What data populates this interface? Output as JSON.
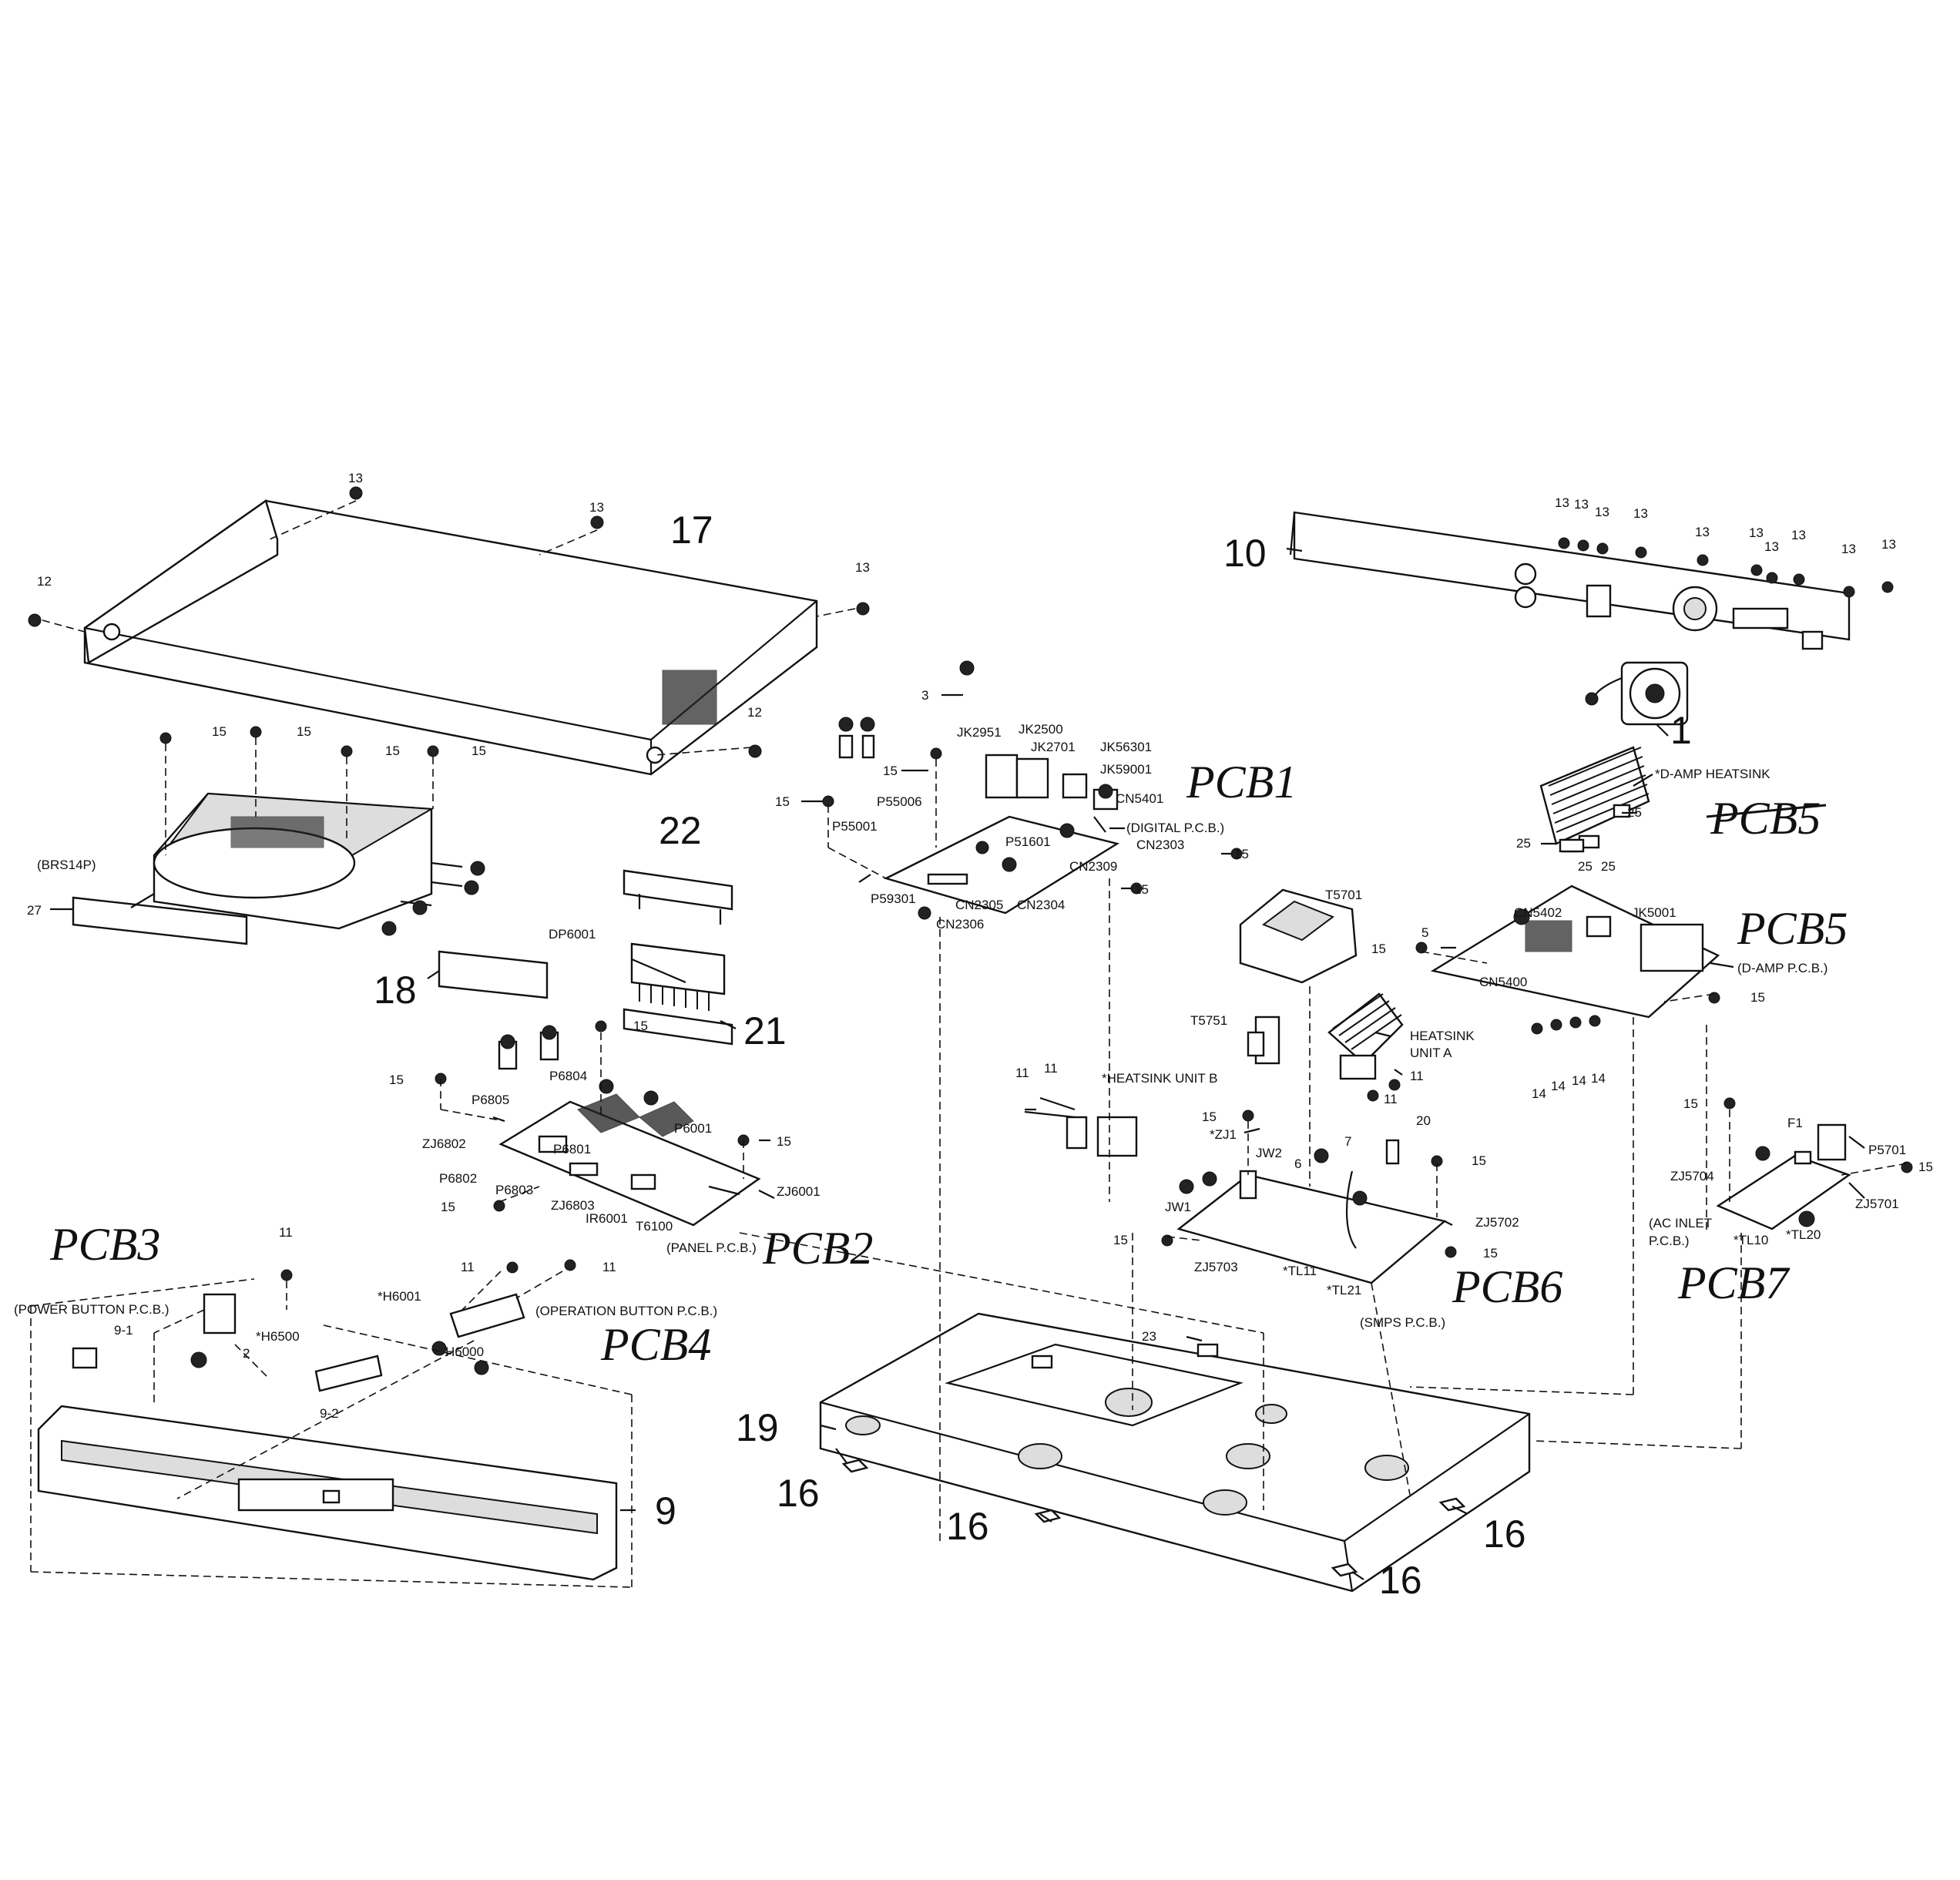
{
  "labels": {
    "l13a": "13",
    "l13b": "13",
    "l13c": "13",
    "l12a": "12",
    "l12b": "12",
    "l17": "17",
    "l15a": "15",
    "l15b": "15",
    "l15c": "15",
    "l15d": "15",
    "brs": "(BRS14P)",
    "l27": "27",
    "l10": "10",
    "l13r1": "13",
    "l13r2": "13",
    "l13r3": "13",
    "l13r4": "13",
    "l13r5": "13",
    "l13r6": "13",
    "l13r7": "13",
    "l13r8": "13",
    "l13r9": "13",
    "l13r10": "13",
    "l1": "1",
    "l3": "3",
    "jk2951": "JK2951",
    "jk2500": "JK2500",
    "jk2701": "JK2701",
    "jk56301": "JK56301",
    "jk59001": "JK59001",
    "l15e": "15",
    "l15f": "15",
    "p55006": "P55006",
    "p55001": "P55001",
    "cn5401": "CN5401",
    "digital": "(DIGITAL P.C.B.)",
    "p51601": "P51601",
    "cn2303": "CN2303",
    "cn2309": "CN2309",
    "l15g": "15",
    "l15h": "15",
    "p59301": "P59301",
    "cn2305": "CN2305",
    "cn2304": "CN2304",
    "cn2306": "CN2306",
    "dampheat": "*D-AMP HEATSINK",
    "l25a": "25",
    "l25b": "25",
    "l25c": "25",
    "l25d": "25",
    "t5701": "T5701",
    "l5": "5",
    "l15i": "15",
    "cn5402": "CN5402",
    "jk5001": "JK5001",
    "damp": "(D-AMP P.C.B.)",
    "cn5400": "CN5400",
    "l15j": "15",
    "l14a": "14",
    "l14b": "14",
    "l14c": "14",
    "l14d": "14",
    "t5751": "T5751",
    "heatA1": "HEATSINK",
    "heatA2": "UNIT A",
    "l11a": "11",
    "l11b": "11",
    "l11c": "11",
    "l11d": "11",
    "heatB": "*HEATSINK UNIT B",
    "l22": "22",
    "dp6001": "DP6001",
    "l18": "18",
    "l21": "21",
    "l15k": "15",
    "l15l": "15",
    "p6804": "P6804",
    "p6805": "P6805",
    "zj6802": "ZJ6802",
    "p6801": "P6801",
    "p6001": "P6001",
    "l15m": "15",
    "p6802": "P6802",
    "p6803": "P6803",
    "zj6803": "ZJ6803",
    "zj6001": "ZJ6001",
    "l15n": "15",
    "ir6001": "IR6001",
    "t6100": "T6100",
    "panel": "(PANEL P.C.B.)",
    "l15o": "15",
    "zj1": "*ZJ1",
    "jw2": "JW2",
    "l6": "6",
    "l7": "7",
    "l20": "20",
    "l15p": "15",
    "jw1": "JW1",
    "zj5702": "ZJ5702",
    "l15q": "15",
    "zj5703": "ZJ5703",
    "tl11": "*TL11",
    "tl21": "*TL21",
    "l15r": "15",
    "smps": "(SMPS P.C.B.)",
    "l15s": "15",
    "f1": "F1",
    "p5701": "P5701",
    "l15t": "15",
    "zj5704": "ZJ5704",
    "zj5701": "ZJ5701",
    "acin1": "(AC INLET",
    "acin2": "P.C.B.)",
    "tl10": "*TL10",
    "tl20": "*TL20",
    "l11e": "11",
    "power": "(POWER BUTTON P.C.B.)",
    "h6500": "*H6500",
    "l2": "2",
    "l91": "9-1",
    "l11f": "11",
    "l11g": "11",
    "h6001": "*H6001",
    "opbtn": "(OPERATION BUTTON P.C.B.)",
    "h6000": "H6000",
    "l92": "9-2",
    "l9": "9",
    "l19": "19",
    "l23": "23",
    "l16a": "16",
    "l16b": "16",
    "l16c": "16",
    "l16d": "16"
  },
  "handwritten": {
    "pcb1": "PCB1",
    "pcb2": "PCB2",
    "pcb3": "PCB3",
    "pcb4": "PCB4",
    "pcb5": "PCB5",
    "pcb5b": "PCB5",
    "pcb6": "PCB6",
    "pcb7": "PCB7"
  }
}
